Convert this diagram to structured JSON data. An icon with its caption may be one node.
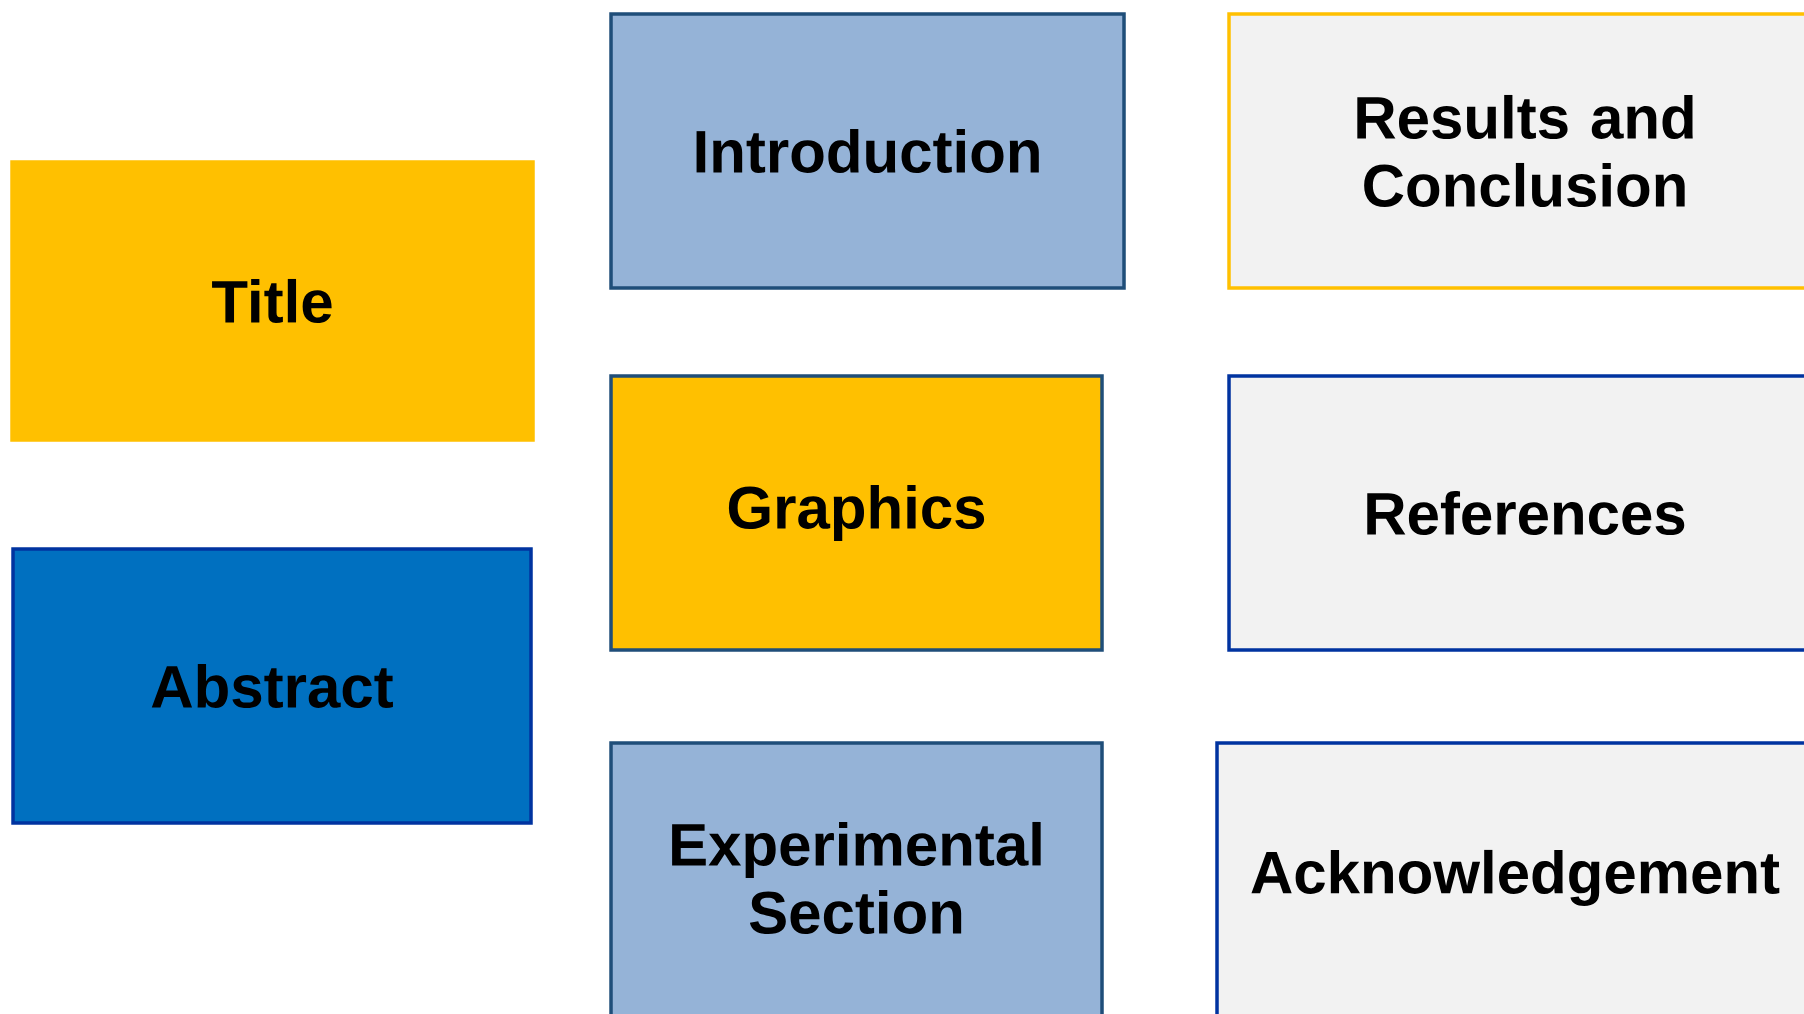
{
  "diagram": {
    "nodes": [
      {
        "text": [
          "Title"
        ]
      },
      {
        "text": [
          "Abstract"
        ]
      },
      {
        "text": [
          "Introduction"
        ]
      },
      {
        "text": [
          "Graphics"
        ]
      },
      {
        "text": [
          "Experimental Section"
        ]
      },
      {
        "text": [
          "Results and Conclusion"
        ]
      },
      {
        "text": [
          "References"
        ]
      },
      {
        "text": [
          "Acknowledgement"
        ]
      }
    ]
  }
}
